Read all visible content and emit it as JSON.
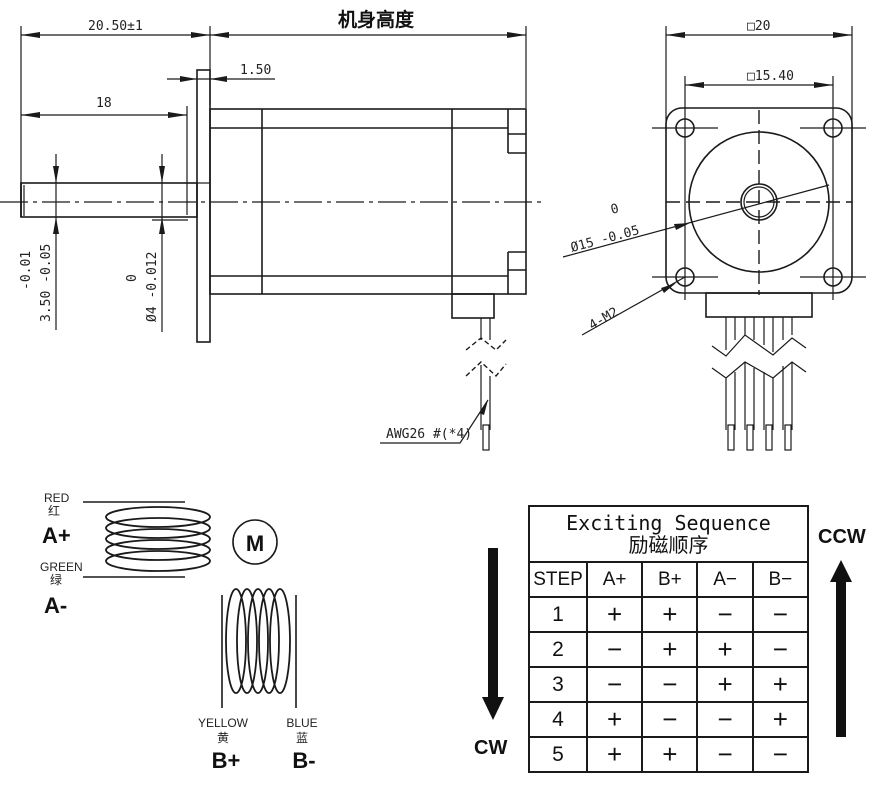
{
  "side_view": {
    "title": "机身高度",
    "dim_total_shaft": "20.50±1",
    "dim_flange": "1.50",
    "dim_shaft_length": "18",
    "dim_flat_tol_upper": "-0.01",
    "dim_flat": "3.50 -0.05",
    "dim_shaft_tol_upper": "0",
    "dim_shaft_dia": "Ø4 -0.012",
    "wire_label": "AWG26 #(*4)"
  },
  "front_view": {
    "dim_outer": "□20",
    "dim_hole_pitch": "□15.40",
    "dim_boss_tol_upper": "0",
    "dim_boss": "Ø15 -0.05",
    "dim_holes": "4-M2"
  },
  "wiring": {
    "motor_symbol": "M",
    "wires": [
      {
        "color_en": "RED",
        "color_cn": "红",
        "phase": "A+"
      },
      {
        "color_en": "GREEN",
        "color_cn": "绿",
        "phase": "A-"
      },
      {
        "color_en": "YELLOW",
        "color_cn": "黄",
        "phase": "B+"
      },
      {
        "color_en": "BLUE",
        "color_cn": "蓝",
        "phase": "B-"
      }
    ]
  },
  "sequence_table": {
    "title_en": "Exciting Sequence",
    "title_cn": "励磁顺序",
    "columns": [
      "STEP",
      "A+",
      "B+",
      "A−",
      "B−"
    ],
    "rows": [
      [
        "1",
        "+",
        "+",
        "−",
        "−"
      ],
      [
        "2",
        "−",
        "+",
        "+",
        "−"
      ],
      [
        "3",
        "−",
        "−",
        "+",
        "+"
      ],
      [
        "4",
        "+",
        "−",
        "−",
        "+"
      ],
      [
        "5",
        "+",
        "+",
        "−",
        "−"
      ]
    ],
    "cw_label": "CW",
    "ccw_label": "CCW"
  }
}
